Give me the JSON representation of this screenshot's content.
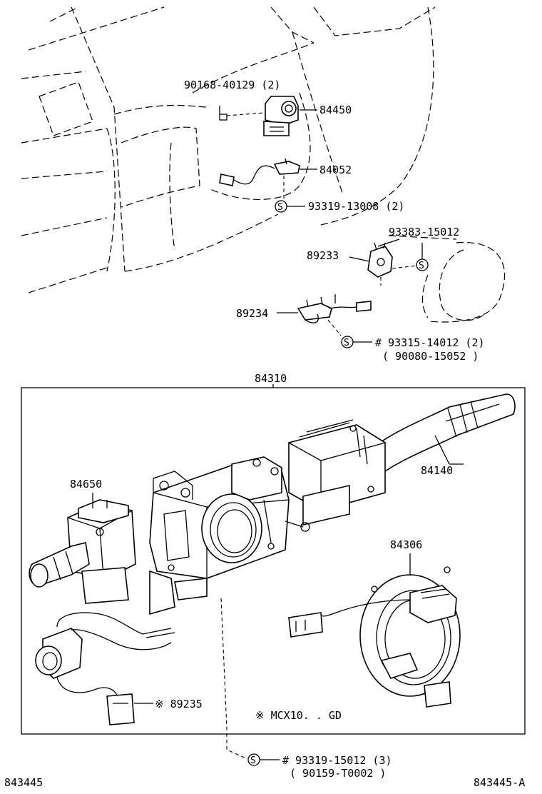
{
  "labels": {
    "p90168": "90168-40129 (2)",
    "p84450": "84450",
    "p84052": "84052",
    "p93319a": "93319-13008 (2)",
    "p93383": "93383-15012",
    "p89233": "89233",
    "p89234": "89234",
    "p93315": "# 93315-14012 (2)",
    "p90080": "( 90080-15052 )",
    "p84310": "84310",
    "p84140": "84140",
    "p84650": "84650",
    "p84306": "84306",
    "p89235": "※ 89235",
    "note": "※ MCX10. . GD",
    "p93319b": "# 93319-15012 (3)",
    "p90159": "( 90159-T0002 )",
    "footer_left": "843445",
    "footer_right": "843445-A",
    "s_mark": "S"
  }
}
